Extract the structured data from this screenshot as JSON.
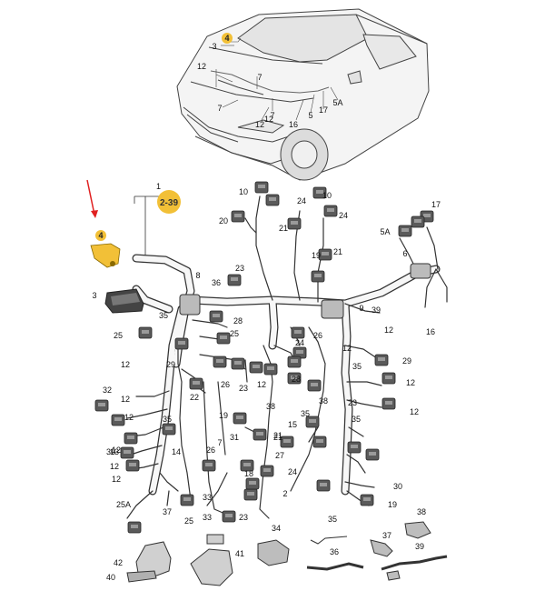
{
  "colors": {
    "background": "#ffffff",
    "line": "#333333",
    "harness": "#f2f2f2",
    "part_fill": "#cfcfcf",
    "highlight": "#f2c037",
    "arrow": "#e02020"
  },
  "reference_label": "2-39",
  "part_number_label": "1",
  "highlight_callout": "4",
  "car_callouts": [
    "3",
    "4",
    "12",
    "7",
    "7",
    "7",
    "12",
    "12",
    "16",
    "5",
    "17",
    "5A"
  ],
  "callouts": [
    "10",
    "24",
    "10",
    "24",
    "20",
    "21",
    "17",
    "5A",
    "3",
    "23",
    "8",
    "36",
    "19",
    "21",
    "6",
    "16",
    "35",
    "28",
    "25",
    "9",
    "39",
    "12",
    "25",
    "26",
    "12",
    "29",
    "24",
    "12",
    "35",
    "23",
    "12",
    "26",
    "22",
    "28",
    "35",
    "29",
    "12",
    "32",
    "12",
    "12",
    "12",
    "38",
    "38",
    "19",
    "15",
    "23",
    "21",
    "35",
    "7",
    "31",
    "35",
    "13",
    "14",
    "26",
    "21",
    "27",
    "12",
    "30",
    "12",
    "24",
    "12",
    "18",
    "2",
    "33",
    "30",
    "25A",
    "37",
    "25",
    "33",
    "23",
    "19",
    "34",
    "35",
    "37",
    "38",
    "42",
    "41",
    "36",
    "39",
    "40"
  ]
}
